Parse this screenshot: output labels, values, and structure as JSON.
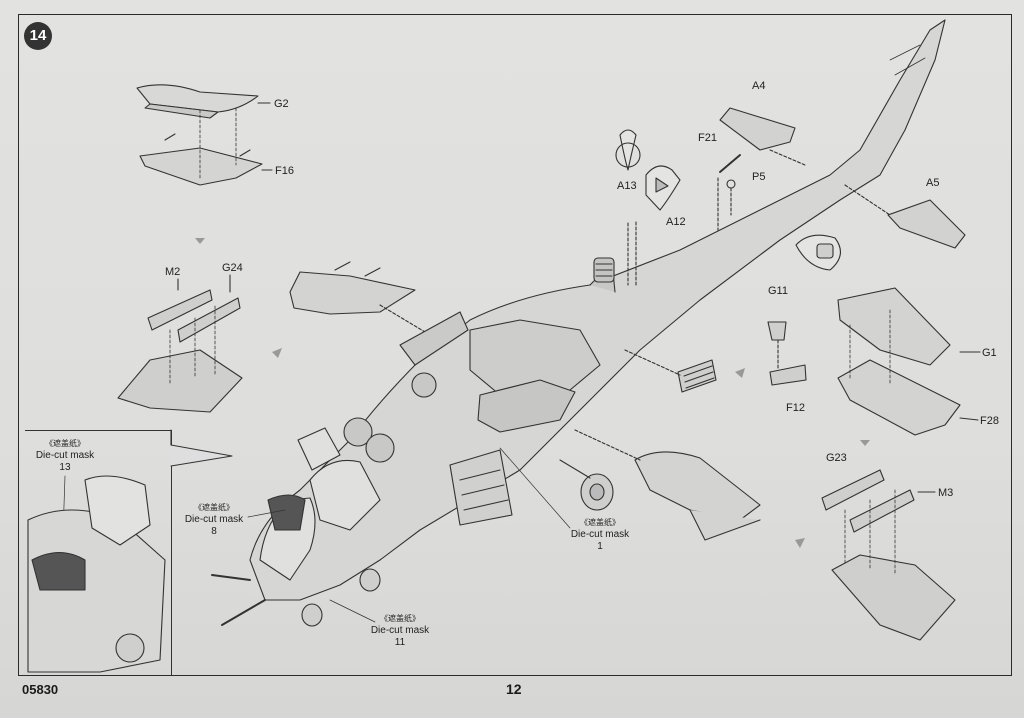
{
  "page": {
    "step_number": "14",
    "catalog_number": "05830",
    "page_number": "12"
  },
  "labels": {
    "G2": "G2",
    "F16": "F16",
    "M2": "M2",
    "G24": "G24",
    "A4": "A4",
    "F21": "F21",
    "P5": "P5",
    "A13": "A13",
    "A12": "A12",
    "A5": "A5",
    "G11": "G11",
    "F12": "F12",
    "G1": "G1",
    "F28": "F28",
    "G23": "G23",
    "M3": "M3"
  },
  "masks": [
    {
      "zh": "《遮盖纸》",
      "en": "Die-cut mask",
      "num": "13"
    },
    {
      "zh": "《遮盖纸》",
      "en": "Die-cut mask",
      "num": "8"
    },
    {
      "zh": "《遮盖纸》",
      "en": "Die-cut mask",
      "num": "1"
    },
    {
      "zh": "《遮盖纸》",
      "en": "Die-cut mask",
      "num": "11"
    }
  ]
}
